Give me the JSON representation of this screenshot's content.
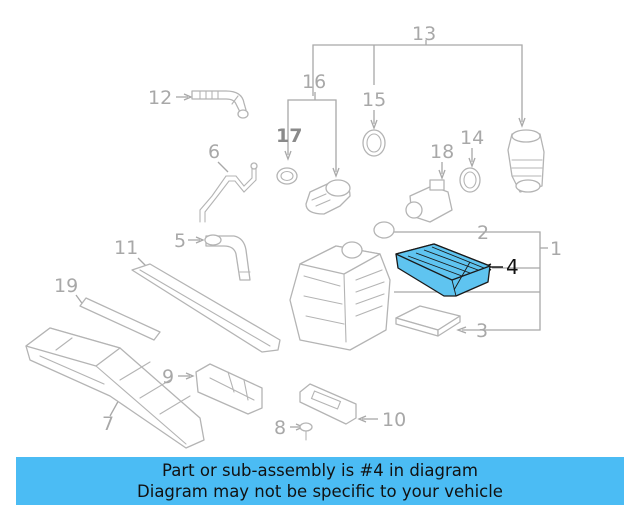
{
  "diagram": {
    "callouts": {
      "c1": "1",
      "c2": "2",
      "c3": "3",
      "c4": "4",
      "c5": "5",
      "c6": "6",
      "c7": "7",
      "c8": "8",
      "c9": "9",
      "c10": "10",
      "c11": "11",
      "c12": "12",
      "c13": "13",
      "c14": "14",
      "c15": "15",
      "c16": "16",
      "c17": "17",
      "c18": "18",
      "c19": "19"
    },
    "highlighted_part": "4",
    "highlight_color": "#5fc4f0",
    "callout_color": "#a8a8a8"
  },
  "banner": {
    "line1": "Part or sub-assembly is #4 in diagram",
    "line2": "Diagram may not be specific to your vehicle",
    "background": "#4bbcf4"
  }
}
